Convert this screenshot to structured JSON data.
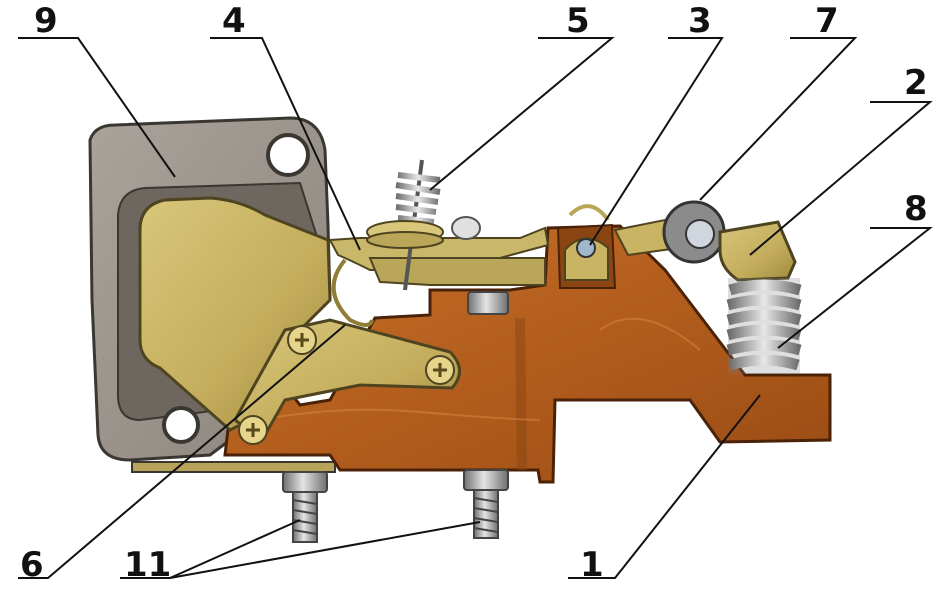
{
  "callouts": [
    {
      "id": "1",
      "label": "1"
    },
    {
      "id": "2",
      "label": "2"
    },
    {
      "id": "3",
      "label": "3"
    },
    {
      "id": "4",
      "label": "4"
    },
    {
      "id": "5",
      "label": "5"
    },
    {
      "id": "6",
      "label": "6"
    },
    {
      "id": "7",
      "label": "7"
    },
    {
      "id": "8",
      "label": "8"
    },
    {
      "id": "9",
      "label": "9"
    },
    {
      "id": "11",
      "label": "11"
    }
  ],
  "colors": {
    "wood": "#b8621f",
    "wood_dark": "#8a4512",
    "brass": "#c8b463",
    "brass_dark": "#8f7d35",
    "steel_plate": "#9a948d",
    "steel_dark": "#5e5a55",
    "spring": "#9a9a9a",
    "line": "#111111"
  }
}
